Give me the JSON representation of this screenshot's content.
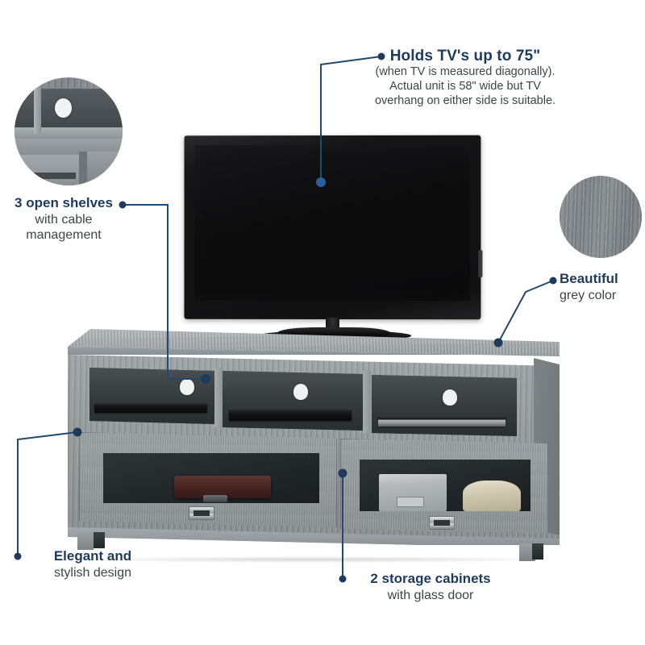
{
  "product": {
    "name": "Grey TV stand with open shelves and glass-door cabinets"
  },
  "callouts": {
    "tv_size": {
      "heading": "Holds TV's up to 75\"",
      "line1": "(when TV is measured diagonally).",
      "line2": "Actual unit is 58\" wide but TV",
      "line3": "overhang on either side is suitable."
    },
    "shelves": {
      "heading": "3 open shelves",
      "line1": "with cable",
      "line2": "management"
    },
    "color": {
      "heading": "Beautiful",
      "line1": "grey color"
    },
    "design": {
      "heading": "Elegant and",
      "line1": "stylish design"
    },
    "cabinets": {
      "heading": "2 storage cabinets",
      "line1": "with glass door"
    }
  },
  "detail_insets": {
    "shelf_closeup": "cable-management-hole-closeup",
    "color_swatch": "grey-woodgrain-swatch"
  },
  "colors": {
    "heading_navy": "#1e3a5c",
    "body_text": "#3f4448",
    "leader_line": "#24496f",
    "wood_grey_light": "#a8adb0",
    "wood_grey_mid": "#8d9396",
    "cavity_dark": "#33383b",
    "background": "#ffffff"
  },
  "scene": {
    "tv": "flat-screen-television",
    "shelf_items": [
      "dvd-player",
      "av-receiver",
      "dvd-player-silver"
    ],
    "cabinet_left_items": [
      "leather-suitcase"
    ],
    "cabinet_right_items": [
      "storage-box",
      "round-basket"
    ],
    "handles": 2,
    "cable_holes": 3
  }
}
